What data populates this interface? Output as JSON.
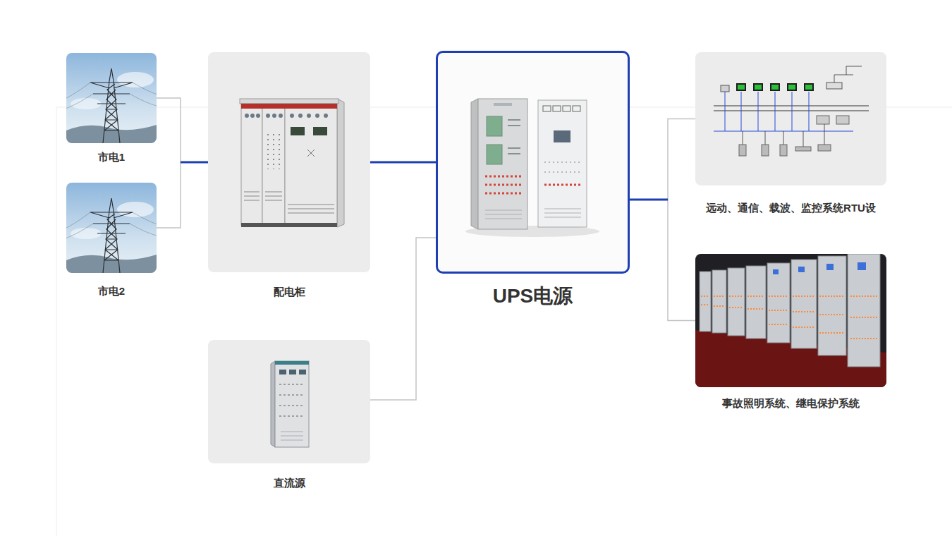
{
  "diagram": {
    "nodes": [
      {
        "text": [
          "市电1"
        ]
      },
      {
        "text": [
          "市电2"
        ]
      },
      {
        "text": [
          "配电柜"
        ]
      },
      {
        "text": [
          "直流源"
        ]
      },
      {
        "text": [
          "UPS电源"
        ]
      },
      {
        "text": [
          "远动、通信、载波、监控系统RTU设"
        ]
      },
      {
        "text": [
          "事故照明系统、继电保护系统"
        ]
      }
    ],
    "edges": [
      {
        "from": 0,
        "to": 2,
        "arrow": "none"
      },
      {
        "from": 1,
        "to": 2,
        "arrow": "none"
      },
      {
        "from": 2,
        "to": 4,
        "arrow": "none"
      },
      {
        "from": 3,
        "to": 4,
        "arrow": "none"
      },
      {
        "from": 4,
        "to": 5,
        "arrow": "none"
      },
      {
        "from": 4,
        "to": 6,
        "arrow": "none"
      }
    ]
  }
}
